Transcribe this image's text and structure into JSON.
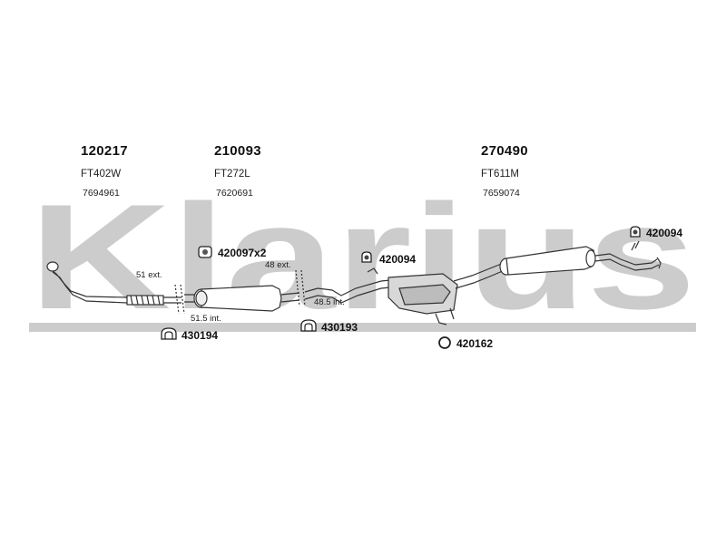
{
  "watermark": {
    "text": "Klarius",
    "color": "#cccccc"
  },
  "colors": {
    "pipe_fill": "#ffffff",
    "pipe_stroke": "#333333",
    "box_fill": "#d8d8d8"
  },
  "sections": [
    {
      "part": "120217",
      "ref1": "FT402W",
      "ref2": "7694961"
    },
    {
      "part": "210093",
      "ref1": "FT272L",
      "ref2": "7620691"
    },
    {
      "part": "270490",
      "ref1": "FT611M",
      "ref2": "7659074"
    }
  ],
  "callouts": {
    "c420097": "420097x2",
    "c420094a": "420094",
    "c420094b": "420094",
    "c430194": "430194",
    "c430193": "430193",
    "c420162": "420162"
  },
  "dimensions": {
    "d51ext": "51 ext.",
    "d515int": "51.5 int.",
    "d48ext": "48 ext.",
    "d485int": "48.5 int."
  },
  "icons": {
    "rubber_mount": "rubber-mount-icon",
    "hanger": "hanger-icon",
    "o_ring": "o-ring-icon"
  }
}
